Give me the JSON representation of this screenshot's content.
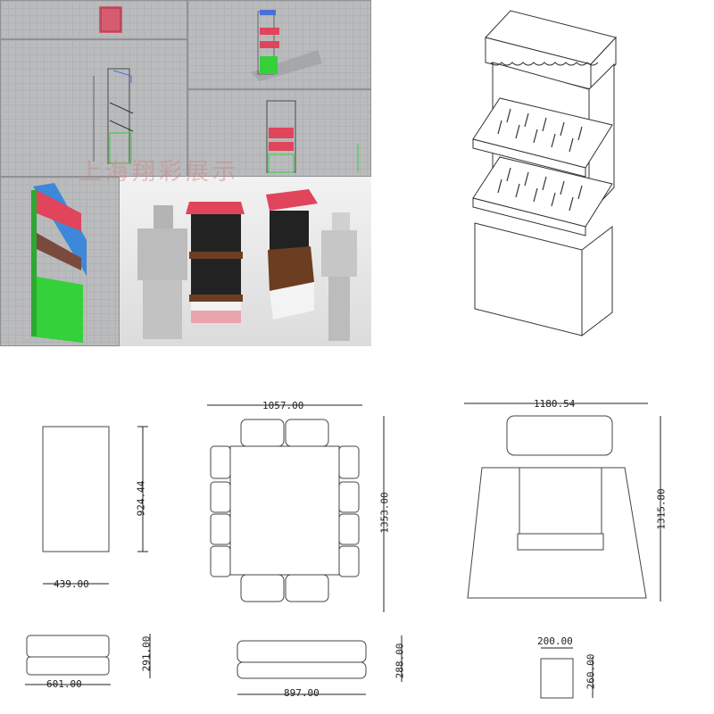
{
  "watermark": {
    "text": "上海翔彩展示"
  },
  "dimensions": {
    "tray_front_height": "924.44",
    "tray_front_width": "439.00",
    "unfold_main_width": "1057.00",
    "unfold_main_height": "1353.00",
    "header_width": "1180.54",
    "header_height": "1315.80",
    "base_width": "601.00",
    "base_height": "291.00",
    "shelf_width": "897.00",
    "shelf_height": "288.00",
    "tab_width": "200.00",
    "tab_height": "260.00"
  },
  "colors": {
    "accent_red": "#e0455c",
    "accent_green": "#34d13a",
    "line": "#333333"
  }
}
